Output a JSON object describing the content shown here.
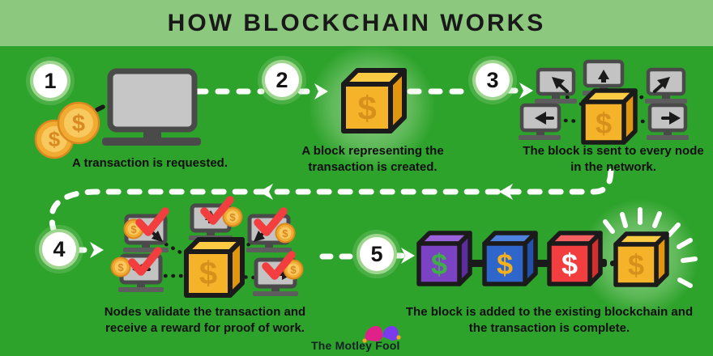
{
  "header": {
    "title": "HOW BLOCKCHAIN WORKS"
  },
  "symbols": {
    "dollar": "$"
  },
  "steps": [
    {
      "number": "1",
      "caption": "A transaction is requested."
    },
    {
      "number": "2",
      "caption": "A block representing the transaction is created."
    },
    {
      "number": "3",
      "caption": "The block is sent to every node in the network."
    },
    {
      "number": "4",
      "caption": "Nodes validate the transaction and receive a reward for proof of work."
    },
    {
      "number": "5",
      "caption": "The block is added to the existing blockchain and the transaction is complete."
    }
  ],
  "logo": {
    "text": "The Motley Fool"
  },
  "colors": {
    "background": "#2EA32C",
    "header_bg": "#8CC97E",
    "text": "#0E0E0E",
    "white": "#FFFFFF",
    "outline_black": "#1B1B1B",
    "gold_front": "#F5B32A",
    "gold_top": "#FBCB43",
    "gold_side": "#E0960E",
    "gold_dollar": "#D8901C",
    "coin_rim": "#D9891F",
    "coin_body": "#F2AB31",
    "coin_inner": "#F8C95F",
    "purple_front": "#7B42C4",
    "purple_top": "#9A63DC",
    "purple_side": "#5C2D9E",
    "blue_front": "#2E66CC",
    "blue_top": "#4E82DF",
    "blue_side": "#2350A8",
    "red_front": "#F23E3E",
    "red_top": "#F66060",
    "red_side": "#D32F2F",
    "green_dollar": "#3FAE49",
    "check_red": "#F23E3E",
    "monitor_screen": "#C3C3C3",
    "monitor_frame": "#4A4A4A",
    "badge_ring": "#9ED690",
    "logo_pink": "#E0218A",
    "logo_purple": "#7C3AED"
  }
}
